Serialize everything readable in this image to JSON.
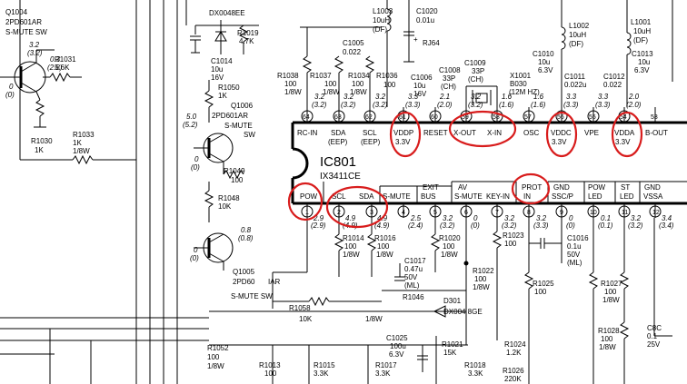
{
  "ic": {
    "designator": "IC801",
    "part": "IX3411CE",
    "top_pins": [
      {
        "num": "64",
        "label": "RC-IN"
      },
      {
        "num": "63",
        "label": "SDA (EEP)"
      },
      {
        "num": "62",
        "label": "SCL (EEP)"
      },
      {
        "num": "61",
        "label": "VDDP 3.3V"
      },
      {
        "num": "60",
        "label": "RESET"
      },
      {
        "num": "59",
        "label": "X-OUT"
      },
      {
        "num": "58",
        "label": "X-IN"
      },
      {
        "num": "57",
        "label": "OSC"
      },
      {
        "num": "56",
        "label": "VDDC 3.3V"
      },
      {
        "num": "55",
        "label": "VPE"
      },
      {
        "num": "54",
        "label": "VDDA 3.3V"
      },
      {
        "num": "53",
        "label": "B-OUT"
      }
    ],
    "bottom_pins": [
      {
        "num": "1",
        "label": "POW"
      },
      {
        "num": "2",
        "label": "SCL"
      },
      {
        "num": "3",
        "label": "SDA"
      },
      {
        "num": "4",
        "label": "S-MUTE"
      },
      {
        "num": "5",
        "label": "EXIT BUS"
      },
      {
        "num": "6",
        "label": "AV S-MUTE"
      },
      {
        "num": "7",
        "label": "KEY-IN"
      },
      {
        "num": "8",
        "label": "PROT IN"
      },
      {
        "num": "9",
        "label": "GND SSC/P"
      },
      {
        "num": "10",
        "label": "POW LED"
      },
      {
        "num": "11",
        "label": "ST LED"
      },
      {
        "num": "12",
        "label": "GND VSSA"
      }
    ]
  },
  "voltages_top": [
    "3.2",
    "(3.2)",
    "3.2",
    "(3.2)",
    "3.2",
    "(3.2)",
    "3.3",
    "(3.3)",
    "2.1",
    "(2.0)",
    "3.2",
    "(3.2)",
    "1.6",
    "(1.6)",
    "1.6",
    "(1.6)",
    "3.3",
    "(3.3)",
    "3.3",
    "(3.3)",
    "2.0",
    "(2.0)"
  ],
  "voltages_bottom": [
    "2.9",
    "(2.9)",
    "4.9",
    "(4.9)",
    "4.9",
    "(4.9)",
    "2.5",
    "(2.4)",
    "3.2",
    "(3.2)",
    "0",
    "(0)",
    "3.2",
    "(3.2)",
    "3.2",
    "(3.3)",
    "0",
    "(0)",
    "0.1",
    "(0.1)",
    "3.2",
    "(3.2)",
    "3.4",
    "(3.4)"
  ],
  "components": {
    "q1004": [
      "Q1004",
      "2PD601AR",
      "S-MUTE SW"
    ],
    "q1004_v": [
      "3.2",
      "(3.2)",
      "0.3",
      "(2.8)",
      "0",
      "(0)"
    ],
    "r1031": [
      "R1031",
      "5.6K"
    ],
    "r1030": [
      "R1030",
      "1K"
    ],
    "r1033": [
      "R1033",
      "1K",
      "1/8W"
    ],
    "dx": "DX0048EE",
    "r1019": [
      "R1019",
      "4.7K"
    ],
    "c1014": [
      "C1014",
      "10u",
      "16V"
    ],
    "r1050": [
      "R1050",
      "1K"
    ],
    "q1006": [
      "Q1006",
      "2PD601AR",
      "S-MUTE",
      "SW"
    ],
    "q1006_v": [
      "5.0",
      "(5.2)",
      "0",
      "(0)"
    ],
    "r1049": [
      "R1049",
      "100"
    ],
    "r1048": [
      "R1048",
      "10K"
    ],
    "q1005_v": [
      "0.8",
      "(0.8)",
      "0",
      "(0)"
    ],
    "q1005": [
      "Q1005",
      "2PD60",
      "IAR"
    ],
    "smute_sw": "S-MUTE SW",
    "r1038": [
      "R1038",
      "100",
      "1/8W"
    ],
    "r1037": [
      "R1037",
      "100",
      "1/8W"
    ],
    "r1034": [
      "R1034",
      "100",
      "1/8W"
    ],
    "c1005": [
      "C1005",
      "0.022"
    ],
    "l1003": [
      "L1003",
      "10uH",
      "(DF)"
    ],
    "c1020": [
      "C1020",
      "0.01u"
    ],
    "rj64": "RJ64",
    "c1006": [
      "C1006",
      "10u",
      "16V"
    ],
    "r1036": [
      "R1036",
      "100"
    ],
    "c1008": [
      "C1008",
      "33P",
      "(CH)"
    ],
    "c1009": [
      "C1009",
      "33P",
      "(CH)"
    ],
    "x1001": [
      "X1001",
      "B030",
      "(12M HZ)"
    ],
    "c1010": [
      "C1010",
      "10u",
      "6.3V"
    ],
    "l1002": [
      "L1002",
      "10uH",
      "(DF)"
    ],
    "c1011": [
      "C1011",
      "0.022u"
    ],
    "c1012": [
      "C1012",
      "0.022"
    ],
    "l1001": [
      "L1001",
      "10uH",
      "(DF)"
    ],
    "c1013": [
      "C1013",
      "10u",
      "6.3V"
    ],
    "r1014": [
      "R1014",
      "100",
      "1/8W"
    ],
    "r1016": [
      "R1016",
      "100",
      "1/8W"
    ],
    "r1020": [
      "R1020",
      "100",
      "1/8W"
    ],
    "c1017": [
      "C1017",
      "0.47u",
      "50V",
      "(ML)"
    ],
    "r1046": "R1046",
    "r1058": "R1058",
    "r1058_val": [
      "10K",
      "1/8W"
    ],
    "r1022": [
      "R1022",
      "100",
      "1/8W"
    ],
    "d301": [
      "D301",
      "DX004 8GE"
    ],
    "r1023": [
      "R1023",
      "100"
    ],
    "c1016": [
      "C1016",
      "0.1u",
      "50V",
      "(ML)"
    ],
    "r1025": [
      "R1025",
      "100"
    ],
    "r1027": [
      "R1027",
      "100",
      "1/8W"
    ],
    "r1028": [
      "R1028",
      "100",
      "1/8W"
    ],
    "c8": [
      "C8C",
      "0.1",
      "25V"
    ],
    "r1052": [
      "R1052",
      "100",
      "1/8W"
    ],
    "r1013": [
      "R1013",
      "100"
    ],
    "r1015": [
      "R1015",
      "3.3K"
    ],
    "r1017": [
      "R1017",
      "3.3K"
    ],
    "c1025": [
      "C1025",
      "100u",
      "6.3V"
    ],
    "r1021": [
      "R1021",
      "15K"
    ],
    "r1018": [
      "R1018",
      "3.3K"
    ],
    "r1024": [
      "R1024",
      "1.2K"
    ],
    "r1026": [
      "R1026",
      "220K"
    ]
  }
}
